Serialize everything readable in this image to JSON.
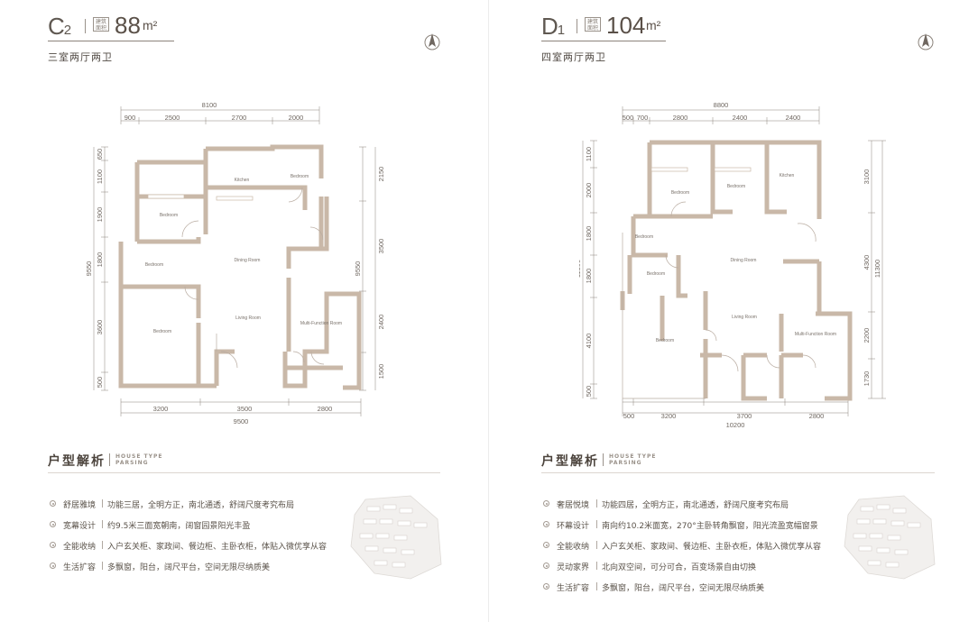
{
  "units": [
    {
      "code": "C",
      "code_sub": "2",
      "area_label": "建筑面积",
      "area_value": "88",
      "area_unit": "m²",
      "layout": "三室两厅两卫",
      "dims_top": {
        "total": "8100",
        "segments": [
          "900",
          "2500",
          "2700",
          "2000"
        ]
      },
      "dims_bottom": {
        "total": "9500",
        "segments": [
          "3200",
          "3500",
          "2800"
        ]
      },
      "dims_left": {
        "total": "9550",
        "segments": [
          "650",
          "1100",
          "1900",
          "1800",
          "3600",
          "500"
        ]
      },
      "dims_right": {
        "total": "9550",
        "segments": [
          "2150",
          "3500",
          "2400",
          "1500"
        ]
      },
      "rooms": [
        "Kitchen",
        "Bedroom",
        "Bedroom",
        "Dining Room",
        "Bedroom",
        "Bedroom",
        "Living Room",
        "Multi-Function Room"
      ],
      "section_title": "户型解析",
      "section_en": [
        "HOUSE TYPE",
        "PARSING"
      ],
      "features": [
        {
          "name": "舒居雅境",
          "desc": "功能三居，全明方正，南北通透，舒阔尺度考究布局"
        },
        {
          "name": "宽幕设计",
          "desc": "约9.5米三面宽朝南，阔窗园景阳光丰盈"
        },
        {
          "name": "全能收纳",
          "desc": "入户玄关柜、家政间、餐边柜、主卧衣柜，体贴入微优享从容"
        },
        {
          "name": "生活扩容",
          "desc": "多飘窗，阳台，阔尺平台，空间无限尽纳质美"
        }
      ]
    },
    {
      "code": "D",
      "code_sub": "1",
      "area_label": "建筑面积",
      "area_value": "104",
      "area_unit": "m²",
      "layout": "四室两厅两卫",
      "dims_top": {
        "total": "8800",
        "segments": [
          "500",
          "700",
          "2800",
          "2400",
          "2400"
        ]
      },
      "dims_bottom": {
        "total": "10200",
        "segments": [
          "500",
          "3200",
          "3700",
          "2800"
        ]
      },
      "dims_left": {
        "total": "11300",
        "segments": [
          "1100",
          "2000",
          "1800",
          "1800",
          "4100",
          "500"
        ]
      },
      "dims_right": {
        "total": "11300",
        "segments": [
          "3100",
          "4300",
          "2200",
          "1730"
        ]
      },
      "rooms": [
        "Bedroom",
        "Bedroom",
        "Kitchen",
        "Bedroom",
        "Dining Room",
        "Bedroom",
        "Living Room",
        "Bedroom",
        "Multi-Function Room"
      ],
      "section_title": "户型解析",
      "section_en": [
        "HOUSE TYPE",
        "PARSING"
      ],
      "features": [
        {
          "name": "奢居悦境",
          "desc": "功能四居，全明方正，南北通透，舒阔尺度考究布局"
        },
        {
          "name": "环幕设计",
          "desc": "南向约10.2米面宽，270°主卧转角飘窗，阳光流盈宽幅窗景"
        },
        {
          "name": "全能收纳",
          "desc": "入户玄关柜、家政间、餐边柜、主卧衣柜，体贴入微优享从容"
        },
        {
          "name": "灵动家界",
          "desc": "北向双空间，可分可合，百变场景自由切换"
        },
        {
          "name": "生活扩容",
          "desc": "多飘窗，阳台，阔尺平台，空间无限尽纳质美"
        }
      ]
    }
  ],
  "colors": {
    "wall": "#c9b8a8",
    "text": "#5a5048",
    "accent": "#a39a92"
  },
  "icons": [
    "compass-icon",
    "bullet-icon",
    "keyplan-map"
  ]
}
